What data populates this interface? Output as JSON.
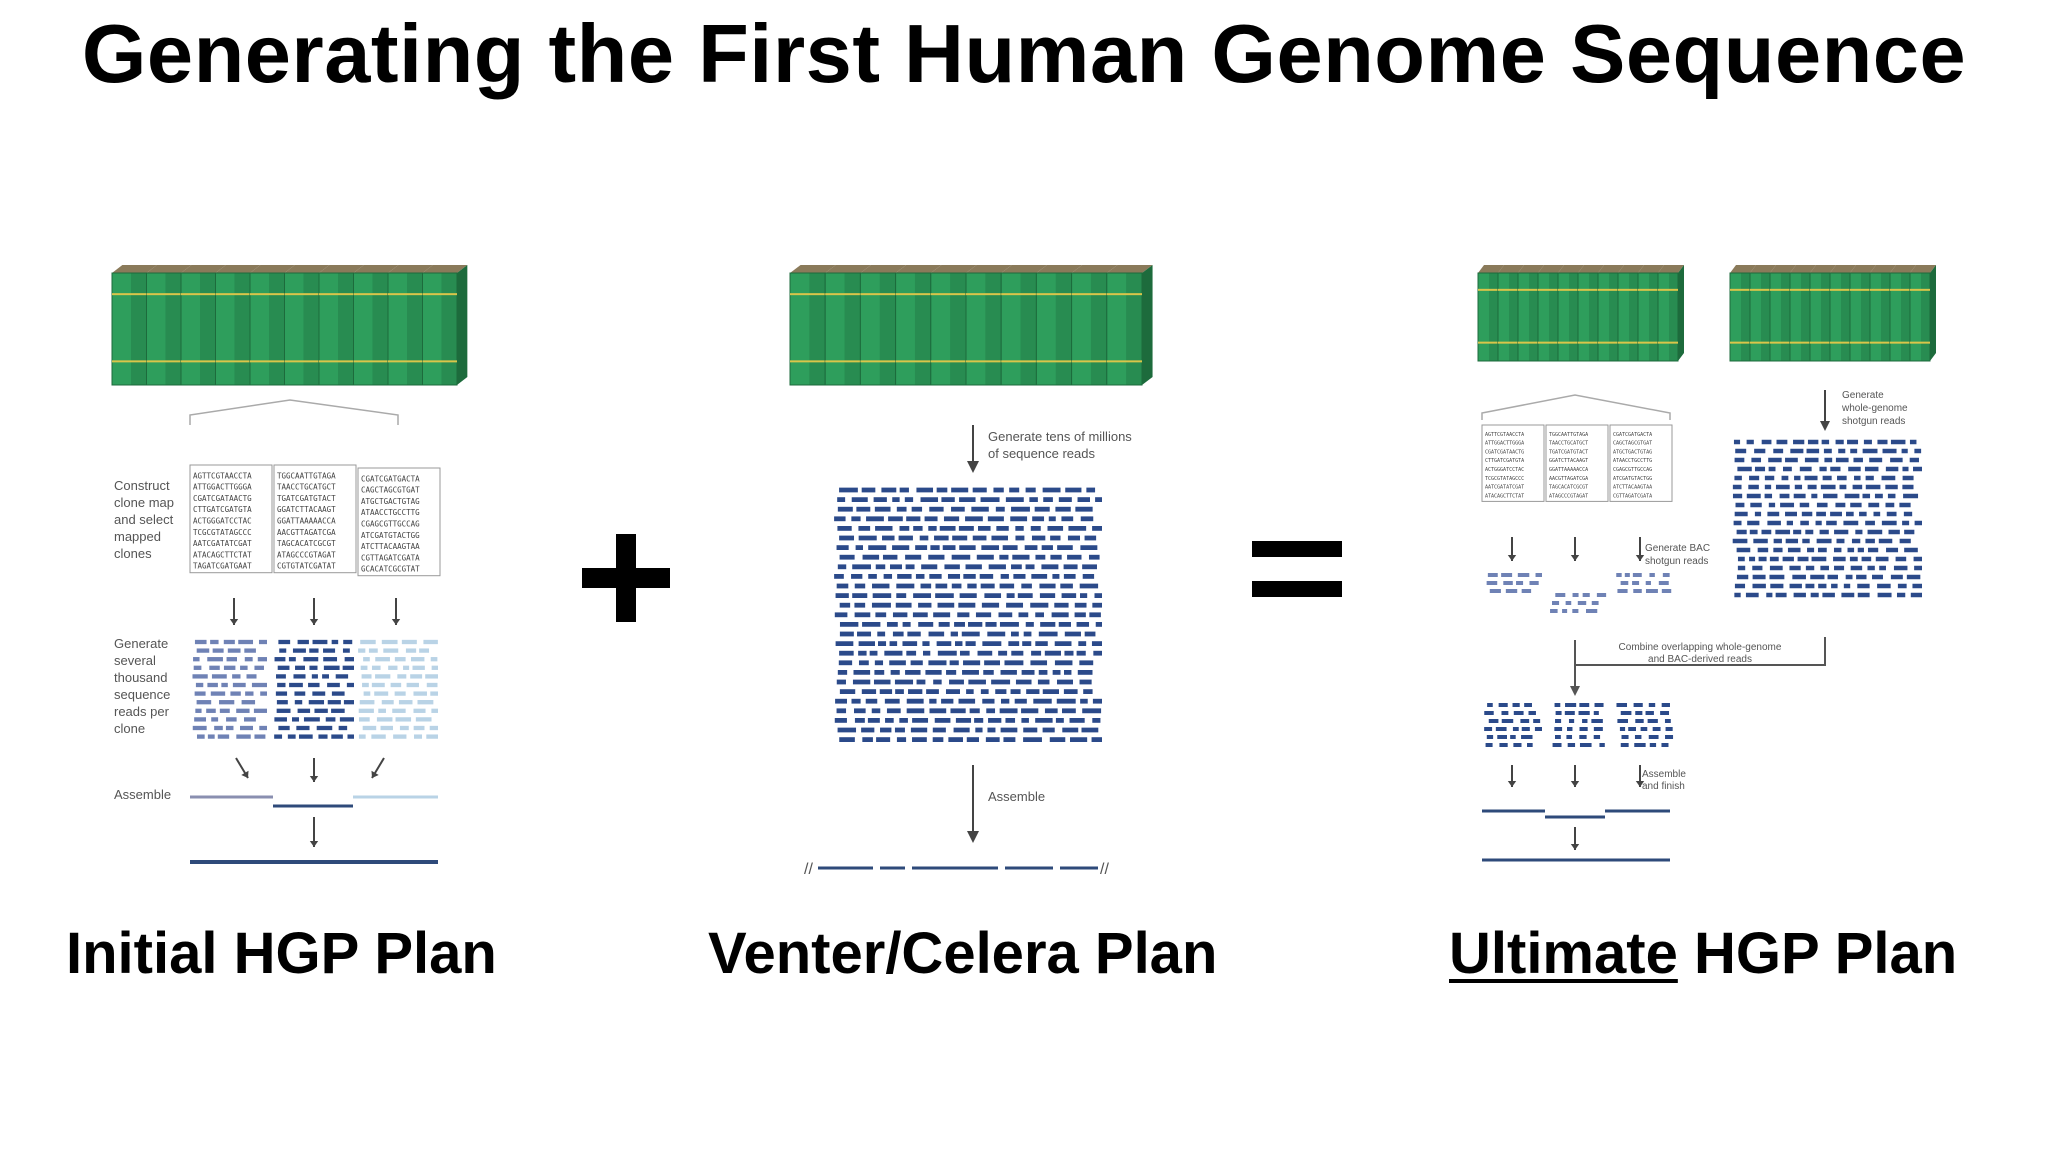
{
  "title": "Generating the First Human Genome Sequence",
  "panels": {
    "initial": {
      "caption": "Initial HGP Plan",
      "step_construct": [
        "Construct",
        "clone map",
        "and select",
        "mapped",
        "clones"
      ],
      "step_generate": [
        "Generate",
        "several",
        "thousand",
        "sequence",
        "reads per",
        "clone"
      ],
      "step_assemble": "Assemble",
      "sequences_col1": [
        "AGTTCGTAACCTA",
        "ATTGGACTTGGGA",
        "CGATCGATAACTG",
        "CTTGATCGATGTA",
        "ACTGGGATCCTAC",
        "TCGCGTATAGCCC",
        "AATCGATATCGAT",
        "ATACAGCTTCTAT",
        "TAGATCGATGAAT"
      ],
      "sequences_col2": [
        "TGGCAATTGTAGA",
        "TAACCTGCATGCT",
        "TGATCGATGTACT",
        "GGATCTTACAAGT",
        "GGATTAAAAACCA",
        "AACGTTAGATCGA",
        "TAGCACATCGCGT",
        "ATAGCCCGTAGAT",
        "CGTGTATCGATAT"
      ],
      "sequences_col3": [
        "CGATCGATGACTA",
        "CAGCTAGCGTGAT",
        "ATGCTGACTGTAG",
        "ATAACCTGCCTTG",
        "CGAGCGTTGCCAG",
        "ATCGATGTACTGG",
        "ATCTTACAAGTAA",
        "CGTTAGATCGATA",
        "GCACATCGCGTAT"
      ]
    },
    "venter": {
      "caption": "Venter/Celera Plan",
      "step_generate": [
        "Generate tens of millions",
        "of sequence reads"
      ],
      "step_assemble": "Assemble"
    },
    "ultimate": {
      "caption_underlined": "Ultimate",
      "caption_rest": " HGP Plan",
      "step_wgs": [
        "Generate",
        "whole-genome",
        "shotgun reads"
      ],
      "step_bac": [
        "Generate BAC",
        "shotgun reads"
      ],
      "step_combine": [
        "Combine overlapping whole-genome",
        "and BAC-derived reads"
      ],
      "step_assemble": [
        "Assemble",
        "and finish"
      ]
    }
  },
  "operators": {
    "plus": "+",
    "equals": "="
  },
  "colors": {
    "book_green": "#2e9e5c",
    "book_dark": "#1d6b3c",
    "book_top": "#8a7a5a",
    "book_stripe": "#d9c54a",
    "read_dark": "#2b4a8a",
    "read_mid": "#6f82b5",
    "read_light": "#b9d3e6",
    "line_dark": "#2e4a7a"
  }
}
